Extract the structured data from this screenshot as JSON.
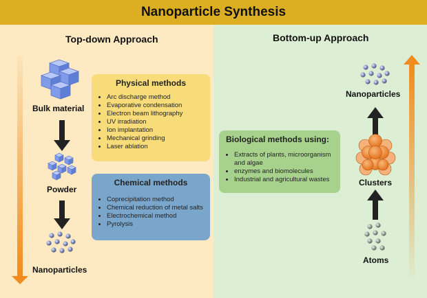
{
  "title": "Nanoparticle Synthesis",
  "top_down": {
    "heading": "Top-down Approach",
    "labels": {
      "bulk": "Bulk material",
      "powder": "Powder",
      "nano": "Nanoparticles"
    },
    "physical": {
      "title": "Physical methods",
      "items": [
        "Arc discharge method",
        "Evaporative condensation",
        "Electron beam lithography",
        "UV irradiation",
        "Ion implantation",
        "Mechanical grinding",
        "Laser ablation"
      ]
    },
    "chemical": {
      "title": "Chemical methods",
      "items": [
        "Coprecipitation method",
        "Chemical reduction of metal salts",
        "Electrochemical method",
        "Pyrolysis"
      ]
    }
  },
  "bottom_up": {
    "heading": "Bottom-up Approach",
    "labels": {
      "nano": "Nanoparticles",
      "clusters": "Clusters",
      "atoms": "Atoms"
    },
    "biological": {
      "title": "Biological methods using:",
      "items": [
        "Extracts of plants, microorganism and algae",
        "enzymes and biomolecules",
        "Industrial and agricultural wastes"
      ]
    }
  },
  "colors": {
    "title_bar": "#dcae22",
    "left_panel": "#fde9c2",
    "right_panel": "#dcefd4",
    "physical_box": "#f7dc79",
    "chemical_box": "#7ba6cc",
    "biological_box": "#a7d28d",
    "orange_arrow": "#f08c1e",
    "cube": "#7f9bea",
    "cluster": "#ef8a2a"
  }
}
